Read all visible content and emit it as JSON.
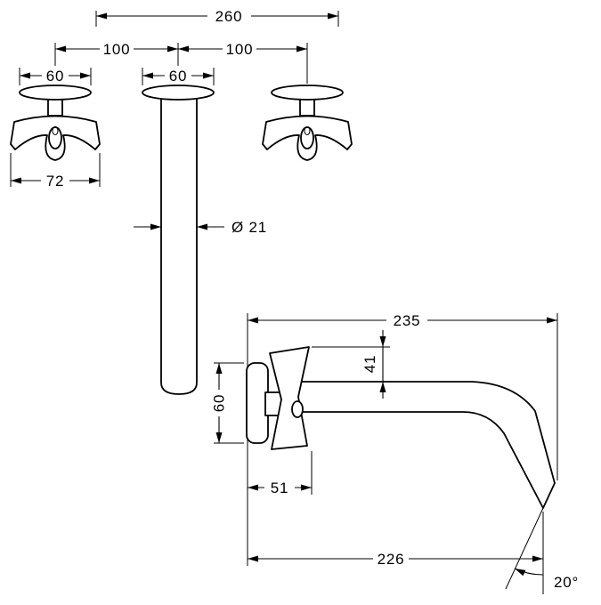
{
  "front_view": {
    "overall_width": "260",
    "left_spacing": "100",
    "right_spacing": "100",
    "handle_escutcheon_diameter": "60",
    "spout_escutcheon_diameter": "60",
    "handle_width": "72",
    "spout_diameter": "Ø 21"
  },
  "side_view": {
    "total_projection": "235",
    "outlet_height": "41",
    "escutcheon_height": "60",
    "handle_projection": "51",
    "spout_projection": "226",
    "outlet_angle": "20°"
  }
}
